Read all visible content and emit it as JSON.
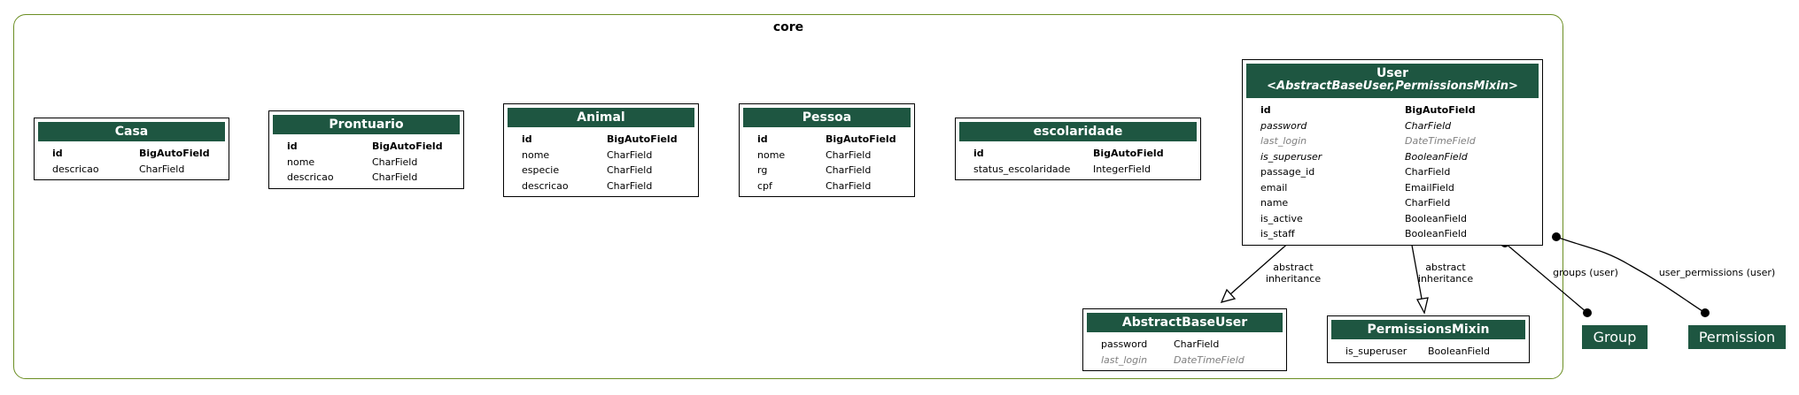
{
  "cluster": {
    "label": "core"
  },
  "models": {
    "casa": {
      "name": "Casa",
      "fields": [
        {
          "name": "id",
          "type": "BigAutoField",
          "style": "pk"
        },
        {
          "name": "descricao",
          "type": "CharField",
          "style": "normal"
        }
      ]
    },
    "prontuario": {
      "name": "Prontuario",
      "fields": [
        {
          "name": "id",
          "type": "BigAutoField",
          "style": "pk"
        },
        {
          "name": "nome",
          "type": "CharField",
          "style": "normal"
        },
        {
          "name": "descricao",
          "type": "CharField",
          "style": "normal"
        }
      ]
    },
    "animal": {
      "name": "Animal",
      "fields": [
        {
          "name": "id",
          "type": "BigAutoField",
          "style": "pk"
        },
        {
          "name": "nome",
          "type": "CharField",
          "style": "normal"
        },
        {
          "name": "especie",
          "type": "CharField",
          "style": "normal"
        },
        {
          "name": "descricao",
          "type": "CharField",
          "style": "normal"
        }
      ]
    },
    "pessoa": {
      "name": "Pessoa",
      "fields": [
        {
          "name": "id",
          "type": "BigAutoField",
          "style": "pk"
        },
        {
          "name": "nome",
          "type": "CharField",
          "style": "normal"
        },
        {
          "name": "rg",
          "type": "CharField",
          "style": "normal"
        },
        {
          "name": "cpf",
          "type": "CharField",
          "style": "normal"
        }
      ]
    },
    "escolaridade": {
      "name": "escolaridade",
      "fields": [
        {
          "name": "id",
          "type": "BigAutoField",
          "style": "pk"
        },
        {
          "name": "status_escolaridade",
          "type": "IntegerField",
          "style": "normal"
        }
      ]
    },
    "user": {
      "name": "User",
      "bases": "<AbstractBaseUser,PermissionsMixin>",
      "fields": [
        {
          "name": "id",
          "type": "BigAutoField",
          "style": "pk"
        },
        {
          "name": "password",
          "type": "CharField",
          "style": "inherited"
        },
        {
          "name": "last_login",
          "type": "DateTimeField",
          "style": "deferred"
        },
        {
          "name": "is_superuser",
          "type": "BooleanField",
          "style": "inherited"
        },
        {
          "name": "passage_id",
          "type": "CharField",
          "style": "normal"
        },
        {
          "name": "email",
          "type": "EmailField",
          "style": "normal"
        },
        {
          "name": "name",
          "type": "CharField",
          "style": "normal"
        },
        {
          "name": "is_active",
          "type": "BooleanField",
          "style": "normal"
        },
        {
          "name": "is_staff",
          "type": "BooleanField",
          "style": "normal"
        }
      ]
    },
    "abstractbaseuser": {
      "name": "AbstractBaseUser",
      "fields": [
        {
          "name": "password",
          "type": "CharField",
          "style": "normal"
        },
        {
          "name": "last_login",
          "type": "DateTimeField",
          "style": "deferred"
        }
      ]
    },
    "permissionsmixin": {
      "name": "PermissionsMixin",
      "fields": [
        {
          "name": "is_superuser",
          "type": "BooleanField",
          "style": "normal"
        }
      ]
    }
  },
  "external": {
    "group": "Group",
    "permission": "Permission"
  },
  "edges": {
    "abstract_inheritance_1": [
      "abstract",
      "inheritance"
    ],
    "abstract_inheritance_2": [
      "abstract",
      "inheritance"
    ],
    "groups": "groups (user)",
    "user_permissions": "user_permissions (user)"
  },
  "colors": {
    "header": "#1e5641",
    "cluster_border": "#6b8e23",
    "deferred_text": "#7f7f7f"
  }
}
